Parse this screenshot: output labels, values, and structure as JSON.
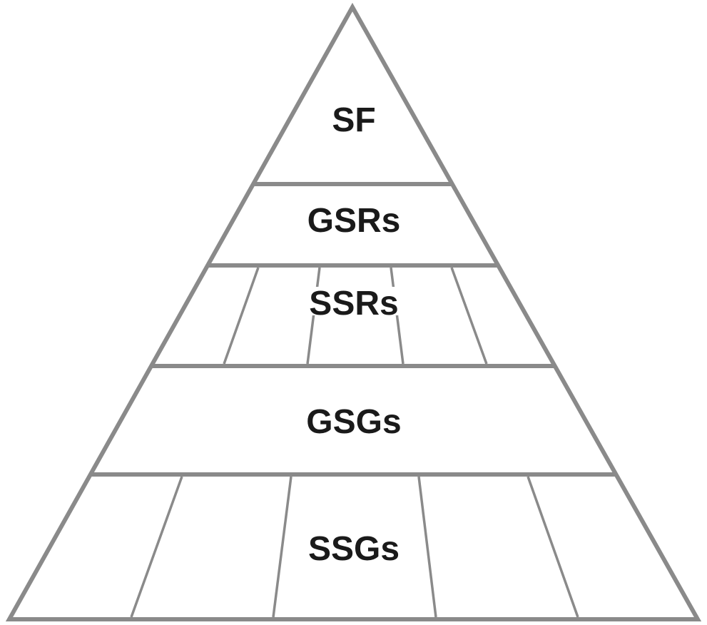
{
  "colors": {
    "stroke": "#8a8a8a",
    "label": "#1a1a1a",
    "background": "#ffffff"
  },
  "pyramid": {
    "tiers": [
      {
        "label": "SF"
      },
      {
        "label": "GSRs"
      },
      {
        "label": "SSRs"
      },
      {
        "label": "GSGs"
      },
      {
        "label": "SSGs"
      }
    ]
  }
}
